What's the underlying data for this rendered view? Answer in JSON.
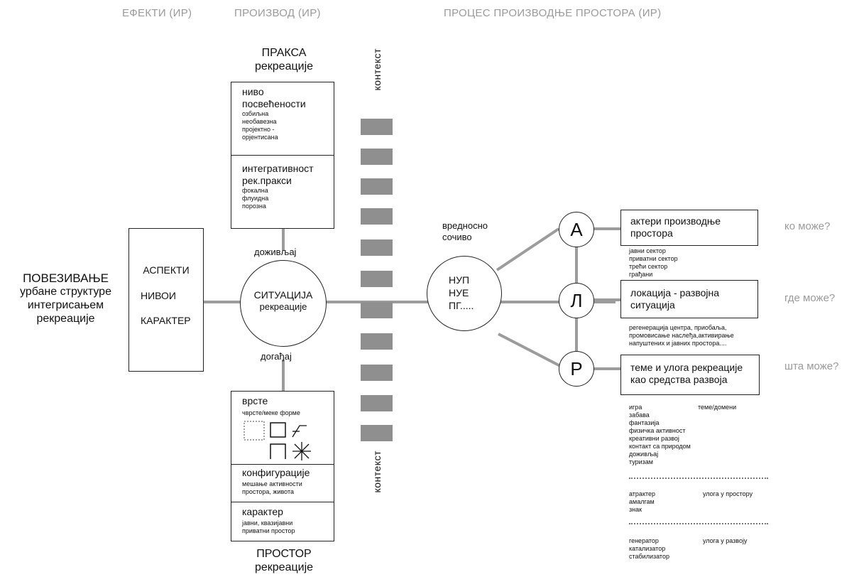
{
  "headers": {
    "effects": "ЕФЕКТИ (ИР)",
    "product": "ПРОИЗВОД (ИР)",
    "process": "ПРОЦЕС ПРОИЗВОДЊЕ ПРОСТОРА (ИР)"
  },
  "left_title": [
    "ПОВЕЗИВАЊЕ",
    "урбане структуре",
    "интегрисањем",
    "рекреације"
  ],
  "aspects_box": [
    "АСПЕКТИ",
    "НИВОИ",
    "КАРАКТЕР"
  ],
  "practice": {
    "title": "ПРАКСА",
    "subtitle": "рекреације"
  },
  "practice_box": {
    "commitment_title_1": "ниво",
    "commitment_title_2": "посвећености",
    "commitment_items": [
      "озбиљна",
      "необавезна",
      "пројектно -",
      "орјентисана"
    ],
    "integrative_title_1": "интегративност",
    "integrative_title_2": "рек.пракси",
    "integrative_items": [
      "фокална",
      "флуидна",
      "порозна"
    ]
  },
  "experience_label": "доживљај",
  "event_label": "догађај",
  "situation": {
    "title": "СИТУАЦИЈА",
    "subtitle": "рекреације"
  },
  "space_box": {
    "types_title": "врсте",
    "types_sub": "чврсте/меке форме",
    "config_title": "конфигурације",
    "config_items": [
      "мешање активности",
      "простора, живота"
    ],
    "character_title": "карактер",
    "character_items": [
      "јавни, квазијавни",
      "приватни простор"
    ]
  },
  "space": {
    "title": "ПРОСТОР",
    "subtitle": "рекреације"
  },
  "context_label": "контекст",
  "lens": [
    "вредносно",
    "сочиво"
  ],
  "hub_lines": [
    "НУП",
    "НУЕ",
    "ПГ....."
  ],
  "nodes": {
    "a": {
      "letter": "А",
      "title_1": "актери производње",
      "title_2": "простора",
      "question": "ко може?",
      "items": [
        "јавни сектор",
        "приватни сектор",
        "трећи сектор",
        "грађани"
      ]
    },
    "l": {
      "letter": "Л",
      "title_1": "локација - развојна",
      "title_2": "ситуација",
      "question": "где може?",
      "items": [
        "регенерација центра, приобаља,",
        "промовисање наслеђа,активирање",
        "напуштених и јавних простора...."
      ]
    },
    "r": {
      "letter": "Р",
      "title_1": "теме и улога рекреације",
      "title_2": "као средства развоја",
      "question": "шта може?"
    }
  },
  "themes": {
    "header": "теме/домени",
    "items": [
      "игра",
      "забава",
      "фантазија",
      "физичка активност",
      "креативни развој",
      "контакт са природом",
      "доживљај",
      "туризам"
    ]
  },
  "role_space": {
    "header": "улога у простору",
    "items": [
      "атрактер",
      "амалгам",
      "знак"
    ]
  },
  "role_dev": {
    "header": "улога у развоју",
    "items": [
      "генератор",
      "катализатор",
      "стабилизатор"
    ]
  }
}
